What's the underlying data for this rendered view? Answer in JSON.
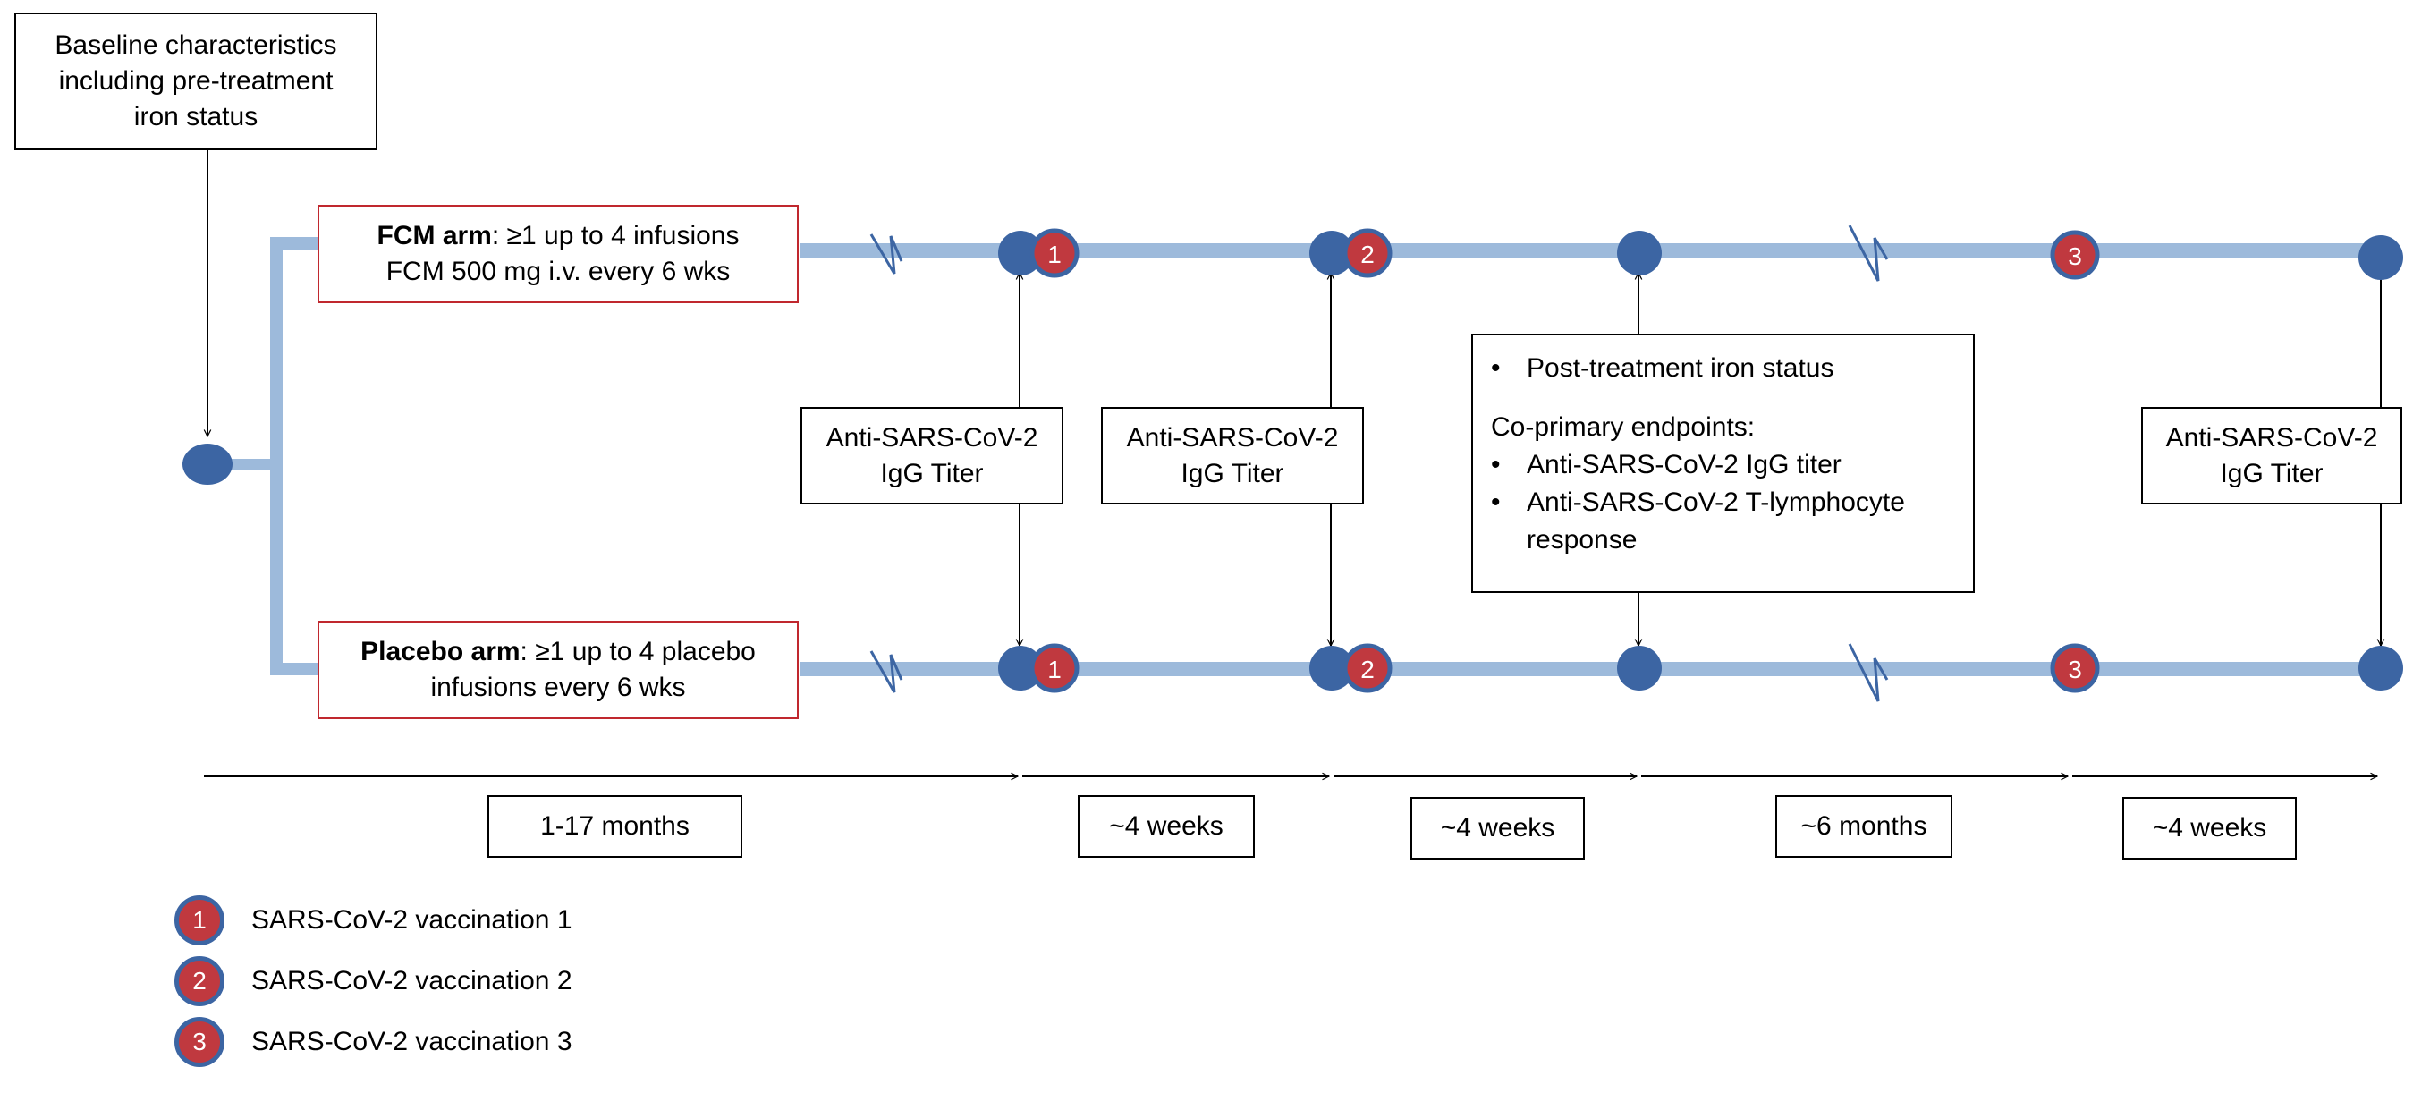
{
  "baseline_box": {
    "line1": "Baseline characteristics",
    "line2": "including pre-treatment",
    "line3": "iron status"
  },
  "fcm_box": {
    "label": "FCM arm",
    "line1_rest": ": ≥1 up to 4 infusions",
    "line2": "FCM 500 mg i.v. every 6 wks"
  },
  "placebo_box": {
    "label": "Placebo arm",
    "line1_rest": ": ≥1 up to 4 placebo",
    "line2": "infusions every 6 wks"
  },
  "titer_boxes": [
    {
      "line1": "Anti-SARS-CoV-2",
      "line2": "IgG Titer"
    },
    {
      "line1": "Anti-SARS-CoV-2",
      "line2": "IgG Titer"
    },
    {
      "line1": "Anti-SARS-CoV-2",
      "line2": "IgG Titer"
    }
  ],
  "endpoints_box": {
    "bullet": "•",
    "item1": "Post-treatment iron status",
    "heading": "Co-primary endpoints:",
    "item2": "Anti-SARS-CoV-2 IgG titer",
    "item3_line1": "Anti-SARS-CoV-2 T-lymphocyte",
    "item3_line2": "response"
  },
  "vaccination_badges": [
    "1",
    "2",
    "3"
  ],
  "timeline_intervals": [
    "1-17 months",
    "~4 weeks",
    "~4 weeks",
    "~6 months",
    "~4 weeks"
  ],
  "legend": [
    {
      "number": "1",
      "label": "SARS-CoV-2 vaccination 1"
    },
    {
      "number": "2",
      "label": "SARS-CoV-2 vaccination 2"
    },
    {
      "number": "3",
      "label": "SARS-CoV-2 vaccination 3"
    }
  ],
  "colors": {
    "track": "#9dbadb",
    "node": "#3c65a3",
    "badge": "#c0393f",
    "arm_border": "#c0282e"
  }
}
